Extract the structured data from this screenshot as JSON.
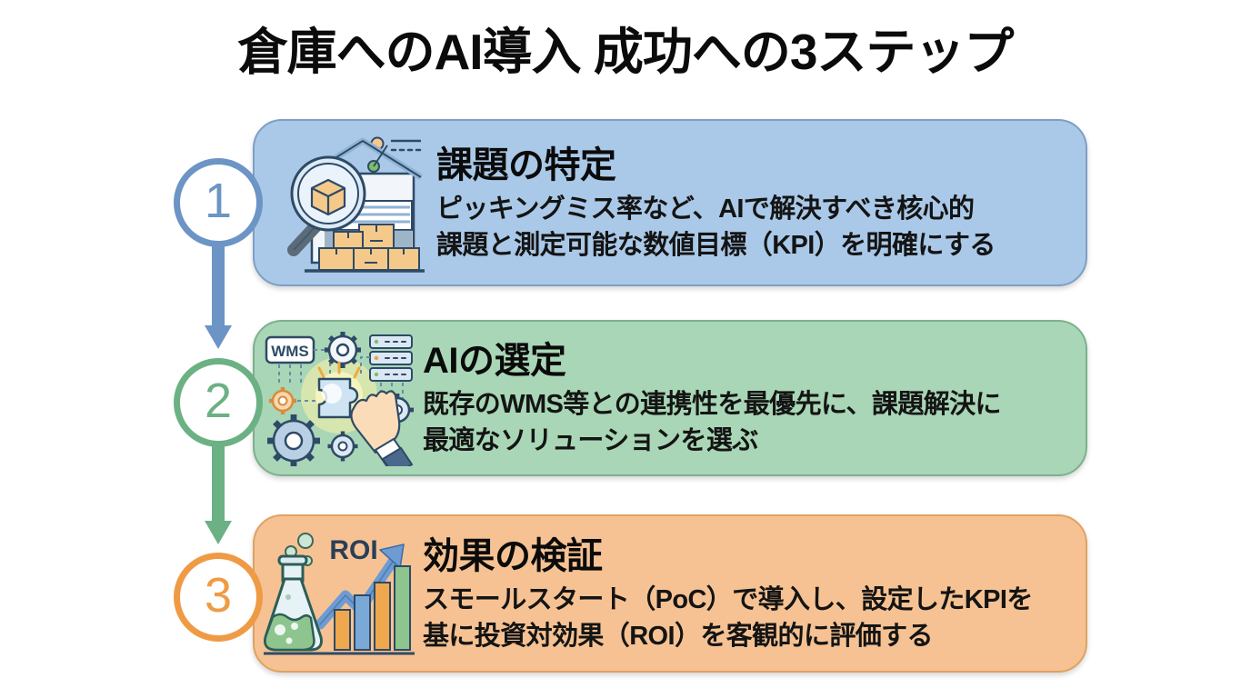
{
  "page": {
    "title": "倉庫へのAI導入 成功への3ステップ",
    "background_color": "#ffffff"
  },
  "steps": [
    {
      "number": "1",
      "heading": "課題の特定",
      "desc_lines": [
        "ピッキングミス率など、AIで解決すべき核心的",
        "課題と測定可能な数値目標（KPI）を明確にする"
      ],
      "icon_name": "warehouse-magnifier-icon",
      "icon_labels": [],
      "card_color": "#aac9e8",
      "accent_color": "#6c94c4"
    },
    {
      "number": "2",
      "heading": "AIの選定",
      "desc_lines": [
        "既存のWMS等との連携性を最優先に、課題解決に",
        "最適なソリューションを選ぶ"
      ],
      "icon_name": "puzzle-gears-hand-icon",
      "icon_labels": [
        "WMS"
      ],
      "card_color": "#a9d6b6",
      "accent_color": "#6bb184"
    },
    {
      "number": "3",
      "heading": "効果の検証",
      "desc_lines": [
        "スモールスタート（PoC）で導入し、設定したKPIを",
        "基に投資対効果（ROI）を客観的に評価する"
      ],
      "icon_name": "flask-growth-chart-icon",
      "icon_labels": [
        "ROI"
      ],
      "card_color": "#f6c293",
      "accent_color": "#ef9b45"
    }
  ],
  "connectors": [
    {
      "from": "1",
      "to": "2",
      "color": "#6c94c4"
    },
    {
      "from": "2",
      "to": "3",
      "color": "#6bb184"
    }
  ]
}
